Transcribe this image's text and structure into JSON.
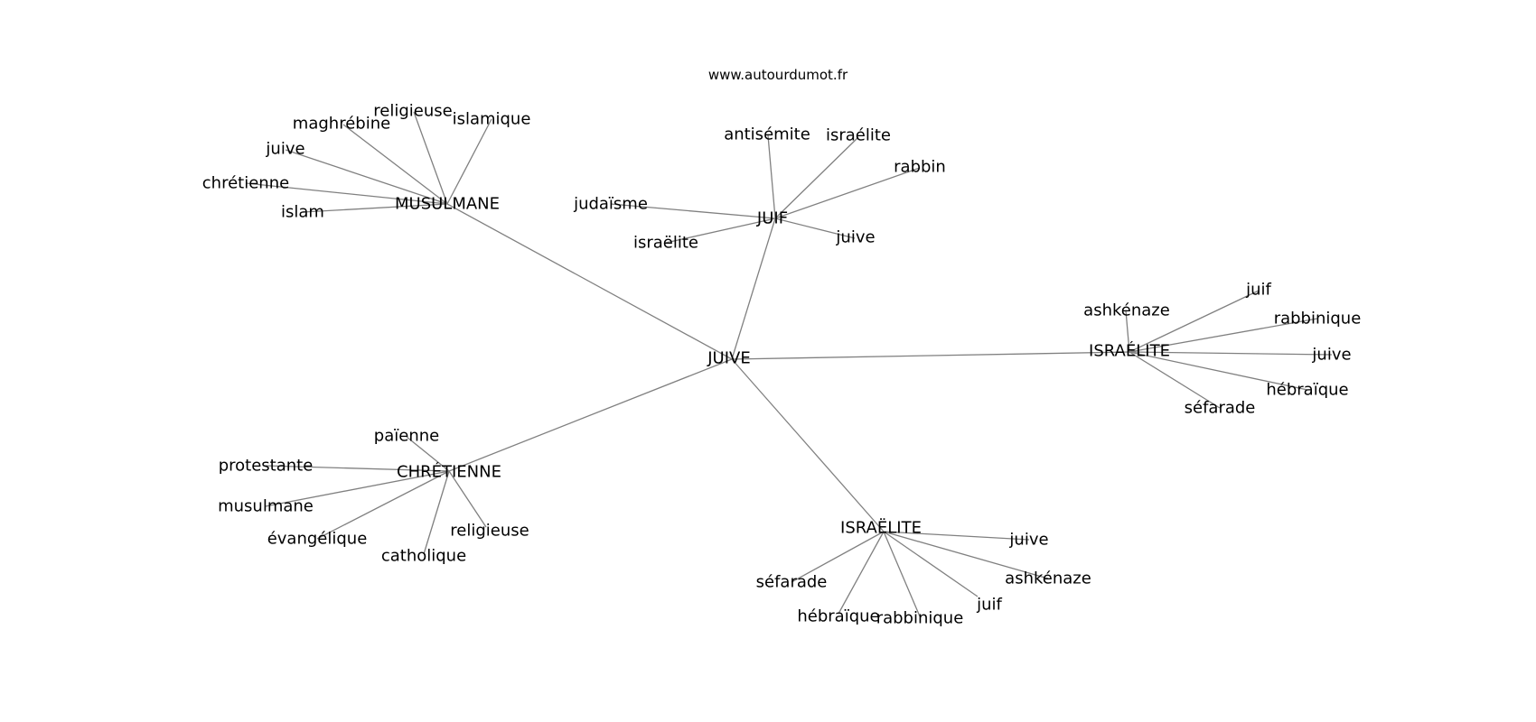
{
  "watermark": "www.autourdumot.fr",
  "colors": {
    "edge": "#808080",
    "text": "#000000",
    "background": "#ffffff"
  },
  "graph": {
    "root": "juive",
    "nodes": [
      {
        "id": "juive",
        "label": "JUIVE"
      },
      {
        "id": "mus",
        "label": "MUSULMANE"
      },
      {
        "id": "juif",
        "label": "JUIF"
      },
      {
        "id": "israe",
        "label": "ISRAÉLITE"
      },
      {
        "id": "israd",
        "label": "ISRAËLITE"
      },
      {
        "id": "chr",
        "label": "CHRÉTIENNE"
      },
      {
        "id": "m1",
        "label": "maghrébine"
      },
      {
        "id": "m2",
        "label": "religieuse"
      },
      {
        "id": "m3",
        "label": "islamique"
      },
      {
        "id": "m4",
        "label": "juive"
      },
      {
        "id": "m5",
        "label": "chrétienne"
      },
      {
        "id": "m6",
        "label": "islam"
      },
      {
        "id": "j1",
        "label": "antisémite"
      },
      {
        "id": "j2",
        "label": "israélite"
      },
      {
        "id": "j3",
        "label": "rabbin"
      },
      {
        "id": "j4",
        "label": "judaïsme"
      },
      {
        "id": "j5",
        "label": "israëlite"
      },
      {
        "id": "j6",
        "label": "juive"
      },
      {
        "id": "e1",
        "label": "juif"
      },
      {
        "id": "e2",
        "label": "ashkénaze"
      },
      {
        "id": "e3",
        "label": "rabbinique"
      },
      {
        "id": "e4",
        "label": "juive"
      },
      {
        "id": "e5",
        "label": "hébraïque"
      },
      {
        "id": "e6",
        "label": "séfarade"
      },
      {
        "id": "c1",
        "label": "païenne"
      },
      {
        "id": "c2",
        "label": "protestante"
      },
      {
        "id": "c3",
        "label": "musulmane"
      },
      {
        "id": "c4",
        "label": "évangélique"
      },
      {
        "id": "c5",
        "label": "religieuse"
      },
      {
        "id": "c6",
        "label": "catholique"
      },
      {
        "id": "d1",
        "label": "juive"
      },
      {
        "id": "d2",
        "label": "ashkénaze"
      },
      {
        "id": "d3",
        "label": "séfarade"
      },
      {
        "id": "d4",
        "label": "juif"
      },
      {
        "id": "d5",
        "label": "hébraïque"
      },
      {
        "id": "d6",
        "label": "rabbinique"
      }
    ],
    "edges": [
      [
        "juive",
        "mus"
      ],
      [
        "juive",
        "juif"
      ],
      [
        "juive",
        "israe"
      ],
      [
        "juive",
        "chr"
      ],
      [
        "juive",
        "israd"
      ],
      [
        "mus",
        "m1"
      ],
      [
        "mus",
        "m2"
      ],
      [
        "mus",
        "m3"
      ],
      [
        "mus",
        "m4"
      ],
      [
        "mus",
        "m5"
      ],
      [
        "mus",
        "m6"
      ],
      [
        "juif",
        "j1"
      ],
      [
        "juif",
        "j2"
      ],
      [
        "juif",
        "j3"
      ],
      [
        "juif",
        "j4"
      ],
      [
        "juif",
        "j5"
      ],
      [
        "juif",
        "j6"
      ],
      [
        "israe",
        "e1"
      ],
      [
        "israe",
        "e2"
      ],
      [
        "israe",
        "e3"
      ],
      [
        "israe",
        "e4"
      ],
      [
        "israe",
        "e5"
      ],
      [
        "israe",
        "e6"
      ],
      [
        "chr",
        "c1"
      ],
      [
        "chr",
        "c2"
      ],
      [
        "chr",
        "c3"
      ],
      [
        "chr",
        "c4"
      ],
      [
        "chr",
        "c5"
      ],
      [
        "chr",
        "c6"
      ],
      [
        "israd",
        "d1"
      ],
      [
        "israd",
        "d2"
      ],
      [
        "israd",
        "d3"
      ],
      [
        "israd",
        "d4"
      ],
      [
        "israd",
        "d5"
      ],
      [
        "israd",
        "d6"
      ]
    ]
  }
}
